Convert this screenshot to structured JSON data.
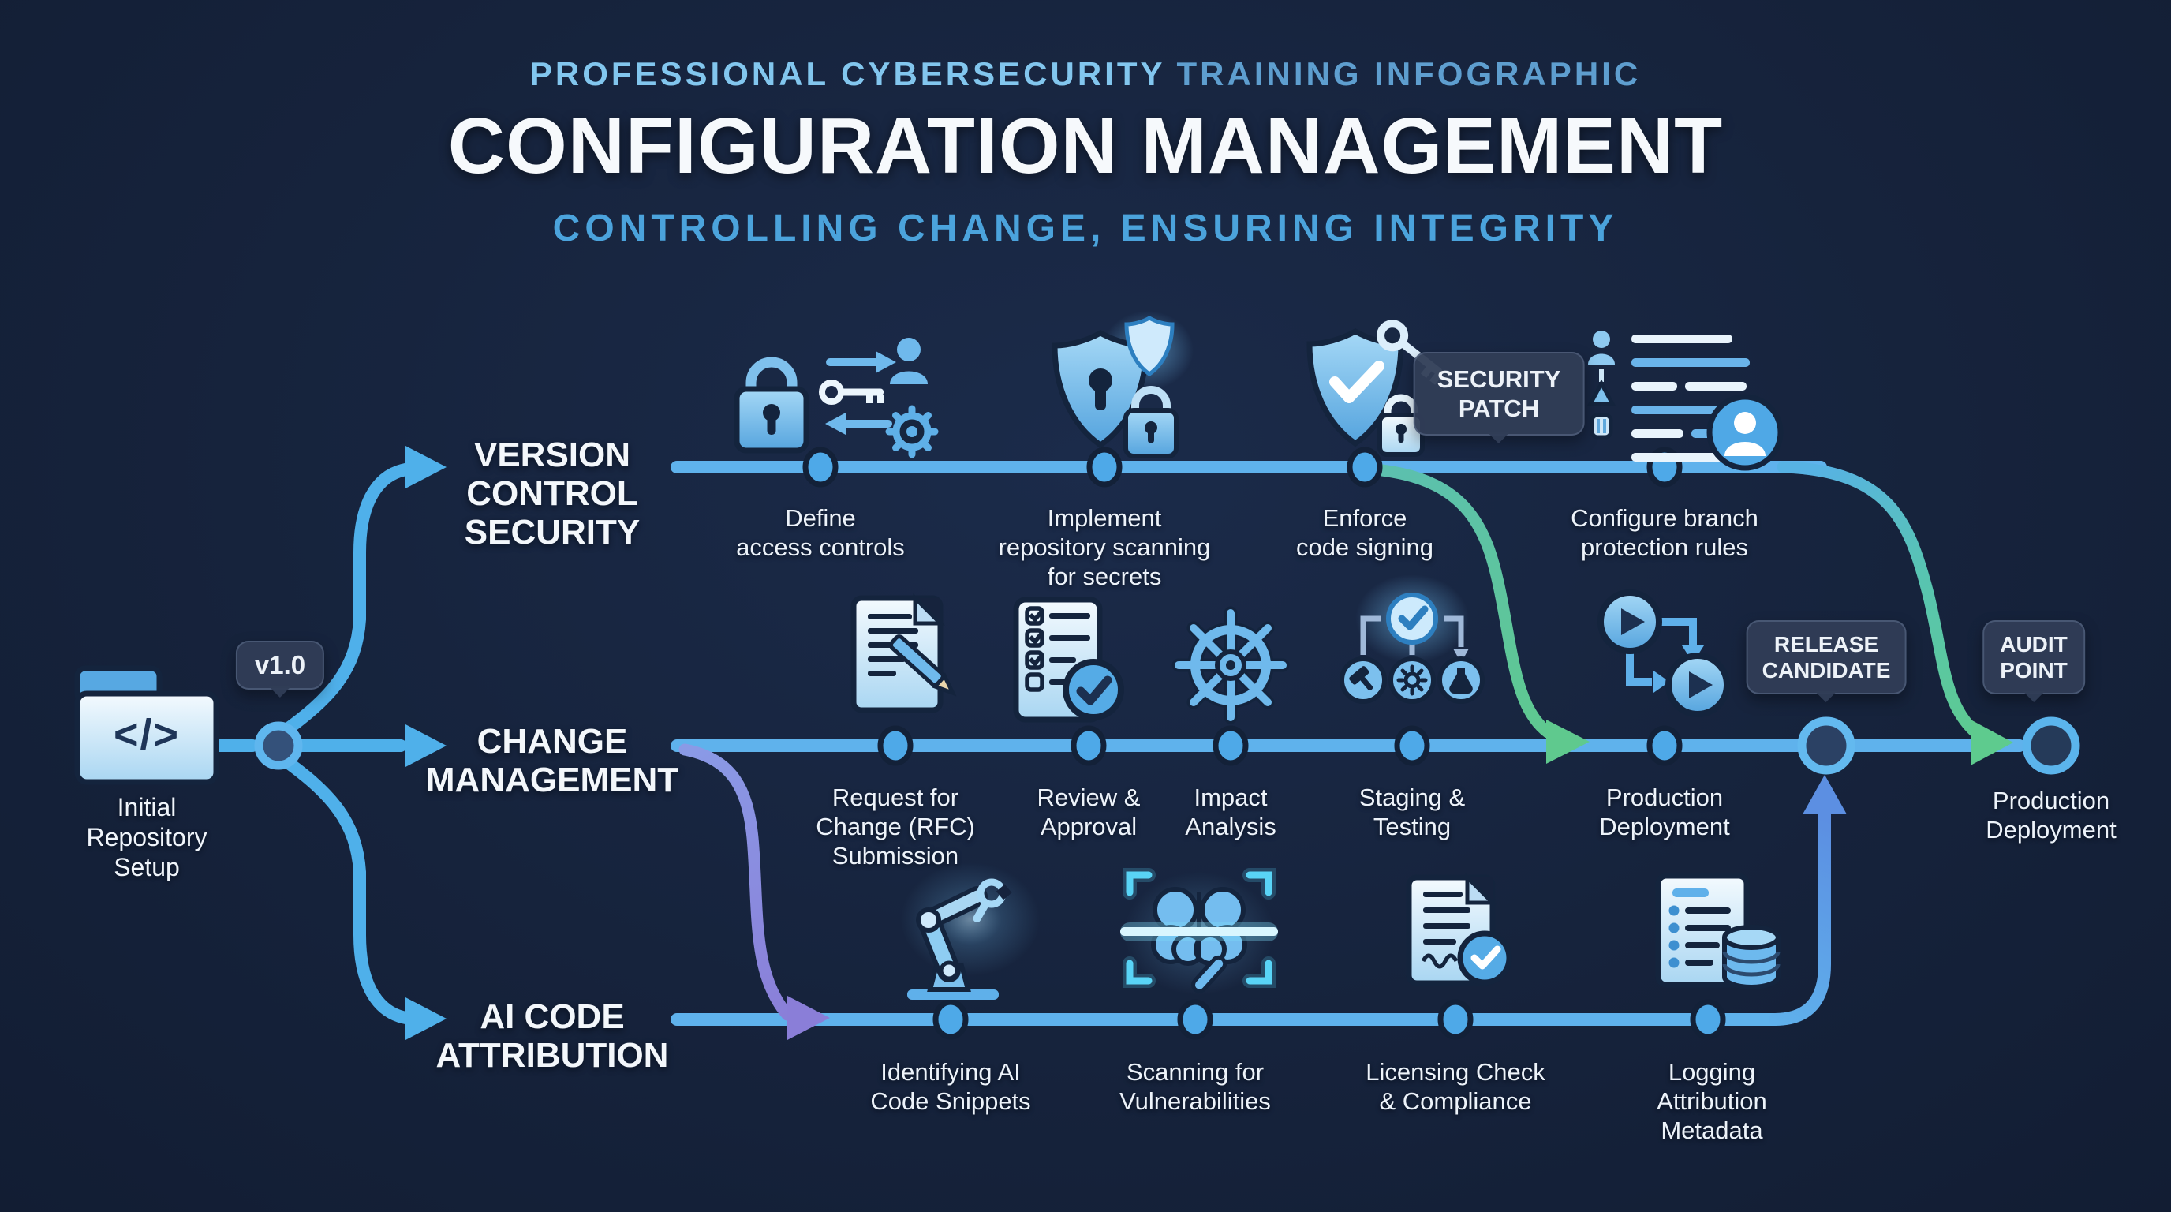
{
  "header": {
    "eyebrow_primary": "PROFESSIONAL CYBERSECURITY",
    "eyebrow_secondary": "TRAINING INFOGRAPHIC",
    "title": "CONFIGURATION MANAGEMENT",
    "subtitle": "CONTROLLING CHANGE, ENSURING INTEGRITY"
  },
  "start": {
    "label": "Initial\nRepository\nSetup",
    "version_badge": "v1.0",
    "icon": "code-folder-icon",
    "folder_glyph": "</>"
  },
  "branches": [
    {
      "id": "version-control-security",
      "label": "VERSION\nCONTROL\nSECURITY",
      "steps": [
        {
          "label": "Define\naccess controls",
          "icon": "access-controls-icon"
        },
        {
          "label": "Implement\nrepository scanning\nfor secrets",
          "icon": "repository-scanning-icon"
        },
        {
          "label": "Enforce\ncode signing",
          "icon": "code-signing-icon"
        },
        {
          "label": "Configure branch\nprotection rules",
          "icon": "branch-protection-icon"
        }
      ]
    },
    {
      "id": "change-management",
      "label": "CHANGE\nMANAGEMENT",
      "steps": [
        {
          "label": "Request for\nChange (RFC)\nSubmission",
          "icon": "rfc-document-icon"
        },
        {
          "label": "Review &\nApproval",
          "icon": "review-approval-icon"
        },
        {
          "label": "Impact\nAnalysis",
          "icon": "impact-analysis-icon"
        },
        {
          "label": "Staging &\nTesting",
          "icon": "staging-testing-icon"
        },
        {
          "label": "Production\nDeployment",
          "icon": "production-pipeline-icon"
        }
      ]
    },
    {
      "id": "ai-code-attribution",
      "label": "AI CODE\nATTRIBUTION",
      "steps": [
        {
          "label": "Identifying AI\nCode Snippets",
          "icon": "robot-arm-icon"
        },
        {
          "label": "Scanning for\nVulnerabilities",
          "icon": "brain-scan-icon"
        },
        {
          "label": "Licensing Check\n& Compliance",
          "icon": "license-check-icon"
        },
        {
          "label": "Logging\nAttribution\nMetadata",
          "icon": "metadata-database-icon"
        }
      ]
    }
  ],
  "milestones": {
    "security_patch": "SECURITY\nPATCH",
    "release_candidate": "RELEASE\nCANDIDATE",
    "audit_point": "AUDIT\nPOINT"
  },
  "end": {
    "label": "Production\nDeployment"
  },
  "colors": {
    "background": "#16233d",
    "line_blue": "#5fb2ec",
    "node_blue": "#4ea9e8",
    "merge_green": "#5fc98e",
    "branch_purple": "#8a82da",
    "royal_blue": "#5c8fe2",
    "badge_bg": "#303d56",
    "title_white": "#f6f9fc",
    "subtitle_blue": "#4ba3dc"
  }
}
